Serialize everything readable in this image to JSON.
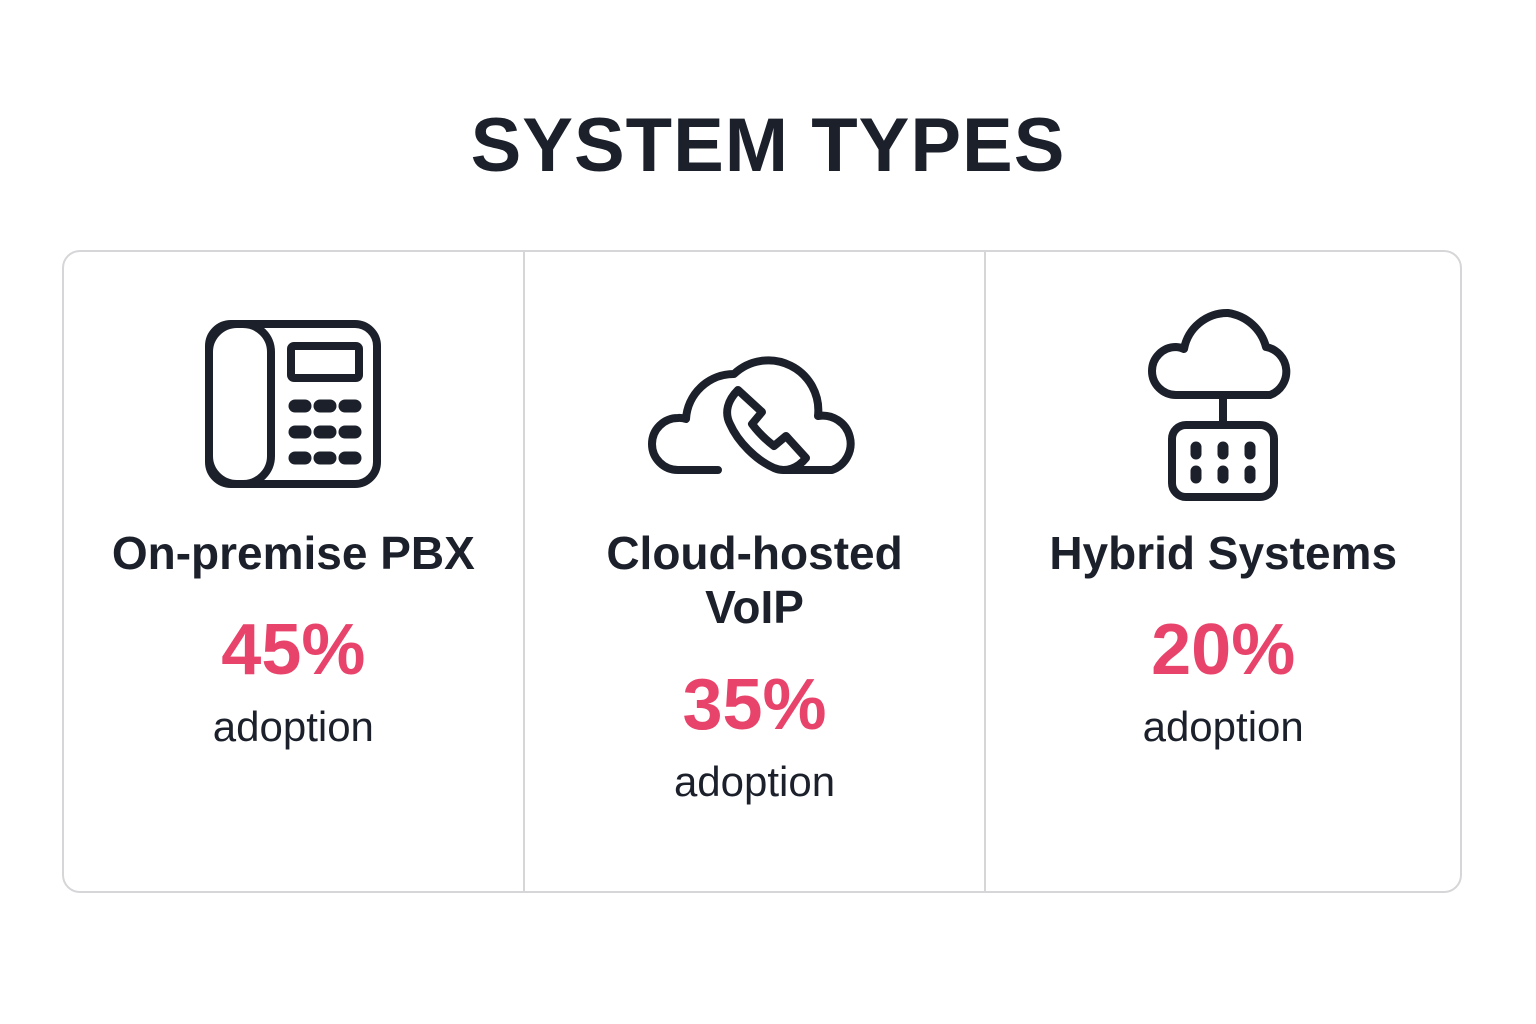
{
  "header": {
    "title": "SYSTEM TYPES"
  },
  "theme": {
    "background": "#ffffff",
    "text_dark": "#1b202b",
    "accent_pink": "#e8436a",
    "border_gray": "#d6d6d9",
    "icon_stroke": "#1b202b"
  },
  "chart_data": {
    "type": "bar",
    "title": "SYSTEM TYPES",
    "xlabel": "",
    "ylabel": "adoption",
    "categories": [
      "On-premise PBX",
      "Cloud-hosted VoIP",
      "Hybrid Systems"
    ],
    "values": [
      45,
      35,
      20
    ],
    "unit": "%",
    "value_suffix_label": "adoption",
    "ylim": [
      0,
      100
    ],
    "grid": false,
    "legend": "none"
  },
  "cards": [
    {
      "icon": "desk-phone-icon",
      "title": "On-premise PBX",
      "percent": "45%",
      "sub": "adoption"
    },
    {
      "icon": "cloud-phone-icon",
      "title": "Cloud-hosted VoIP",
      "percent": "35%",
      "sub": "adoption"
    },
    {
      "icon": "cloud-server-icon",
      "title": "Hybrid Systems",
      "percent": "20%",
      "sub": "adoption"
    }
  ]
}
